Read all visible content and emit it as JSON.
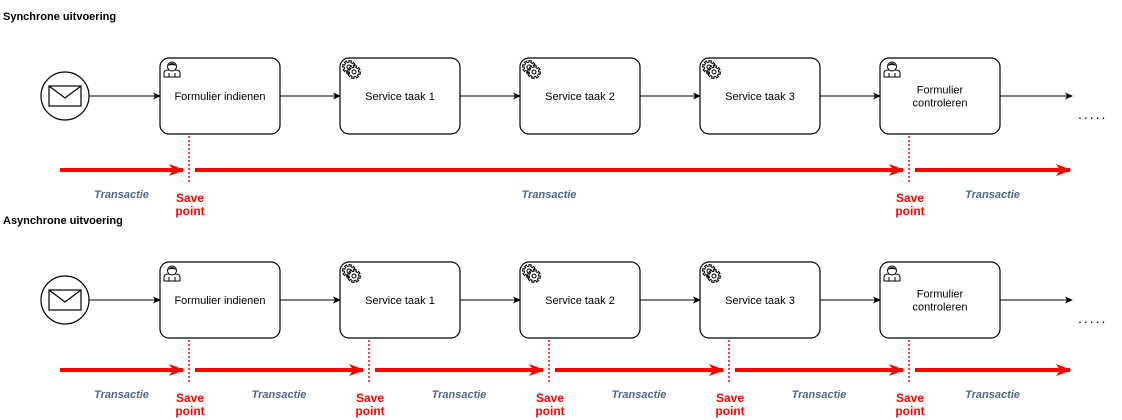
{
  "sections": [
    {
      "title": "Synchrone uitvoering",
      "tasks": [
        {
          "type": "user",
          "label_lines": [
            "Formulier indienen"
          ]
        },
        {
          "type": "service",
          "label_lines": [
            "Service taak 1"
          ]
        },
        {
          "type": "service",
          "label_lines": [
            "Service taak 2"
          ]
        },
        {
          "type": "service",
          "label_lines": [
            "Service taak 3"
          ]
        },
        {
          "type": "user",
          "label_lines": [
            "Formulier",
            "controleren"
          ]
        }
      ],
      "continuation": ".....",
      "savepoints_after_task": [
        0,
        4
      ],
      "transaction_label": "Transactie",
      "savepoint_label_lines": [
        "Save",
        "point"
      ]
    },
    {
      "title": "Asynchrone uitvoering",
      "tasks": [
        {
          "type": "user",
          "label_lines": [
            "Formulier indienen"
          ]
        },
        {
          "type": "service",
          "label_lines": [
            "Service taak 1"
          ]
        },
        {
          "type": "service",
          "label_lines": [
            "Service taak 2"
          ]
        },
        {
          "type": "service",
          "label_lines": [
            "Service taak 3"
          ]
        },
        {
          "type": "user",
          "label_lines": [
            "Formulier",
            "controleren"
          ]
        }
      ],
      "continuation": ".....",
      "savepoints_after_task": [
        0,
        1,
        2,
        3,
        4
      ],
      "transaction_label": "Transactie",
      "savepoint_label_lines": [
        "Save",
        "point"
      ]
    }
  ],
  "colors": {
    "transaction_arrow": "#ff0000",
    "savepoint_text": "#ff0000",
    "transaction_text": "#4d6a8a",
    "stroke": "#000000"
  },
  "icons": {
    "start_event": "envelope-icon",
    "user_task": "user-icon",
    "service_task": "gear-icon"
  }
}
